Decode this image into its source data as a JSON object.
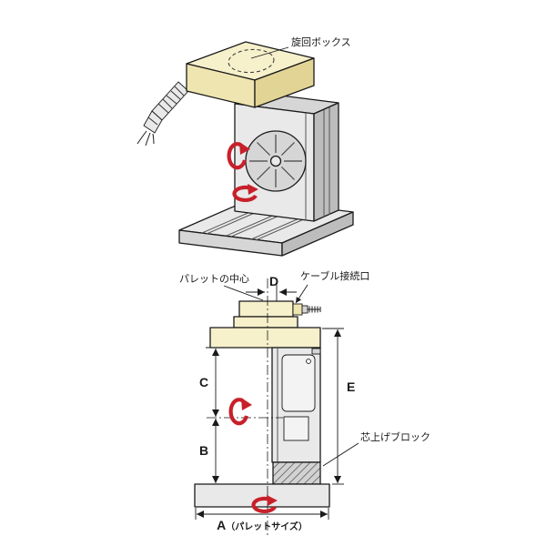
{
  "diagram": {
    "iso": {
      "swivel_box_label": "旋回ボックス"
    },
    "side": {
      "pallet_center_label": "パレットの中心",
      "cable_port_label": "ケーブル接続口",
      "centering_block_label": "芯上げブロック",
      "dims": {
        "a": "A",
        "a_note": "（パレットサイズ）",
        "b": "B",
        "c": "C",
        "d": "D",
        "e": "E"
      }
    },
    "colors": {
      "cream": "#f6f0cb",
      "cream_mid": "#efe5b0",
      "cream_dark": "#e2d494",
      "gray_light": "#e9e9e9",
      "gray_mid": "#d6d6d6",
      "gray_dark": "#bdbdbd",
      "panel": "#f3f3f3",
      "red": "#c8202a",
      "line": "#1a1a1a"
    }
  }
}
